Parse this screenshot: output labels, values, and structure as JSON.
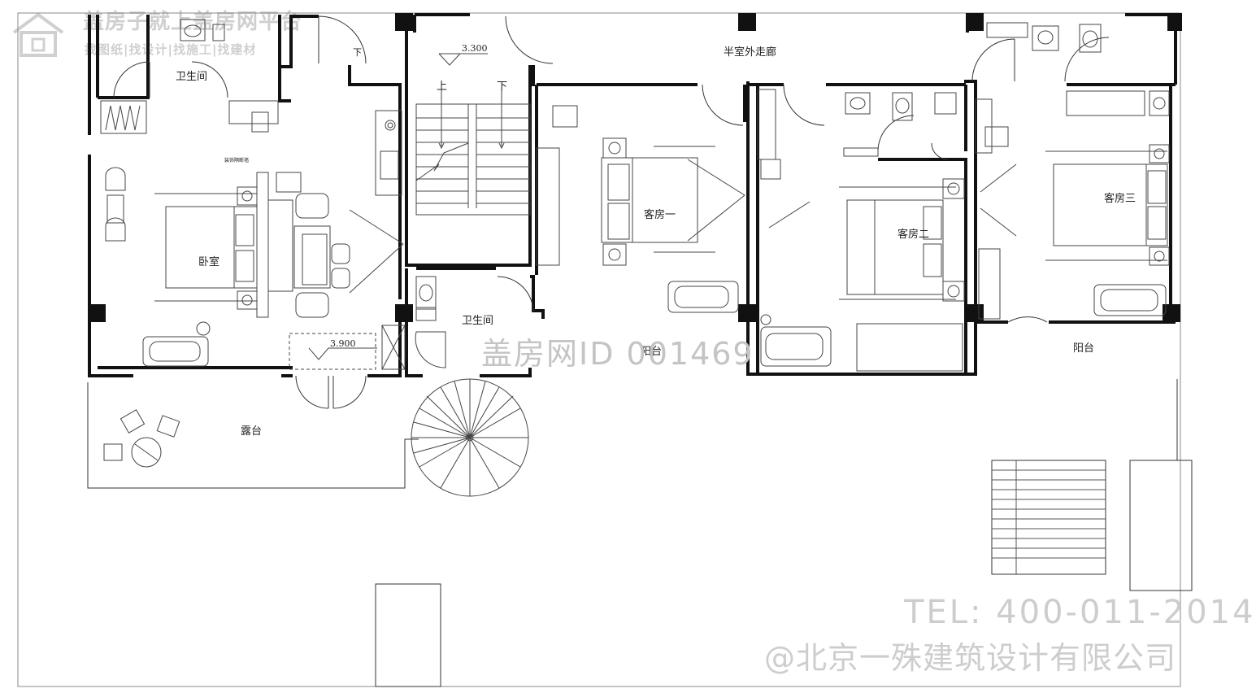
{
  "watermark": {
    "brand_title": "盖房子就上盖房网平台",
    "brand_sub": "找图纸|找设计|找施工|找建材",
    "plan_id": "盖房网ID 001469",
    "tel": "TEL: 400-011-2014",
    "company": "@北京一殊建筑设计有限公司"
  },
  "rooms": {
    "master_bath": "卫生间",
    "master_bedroom": "卧室",
    "feature_wall": "装饰隔断墙",
    "stair_up": "上",
    "stair_down_right": "下",
    "stair_down_left": "下",
    "level_stair": "3.300",
    "level_terrace": "3.900",
    "corridor": "半室外走廊",
    "guest_room_1": "客房一",
    "guest_room_2": "客房二",
    "guest_room_3": "客房三",
    "small_bath": "卫生间",
    "balcony_mid": "阳台",
    "balcony_right": "阳台",
    "terrace": "露台"
  }
}
